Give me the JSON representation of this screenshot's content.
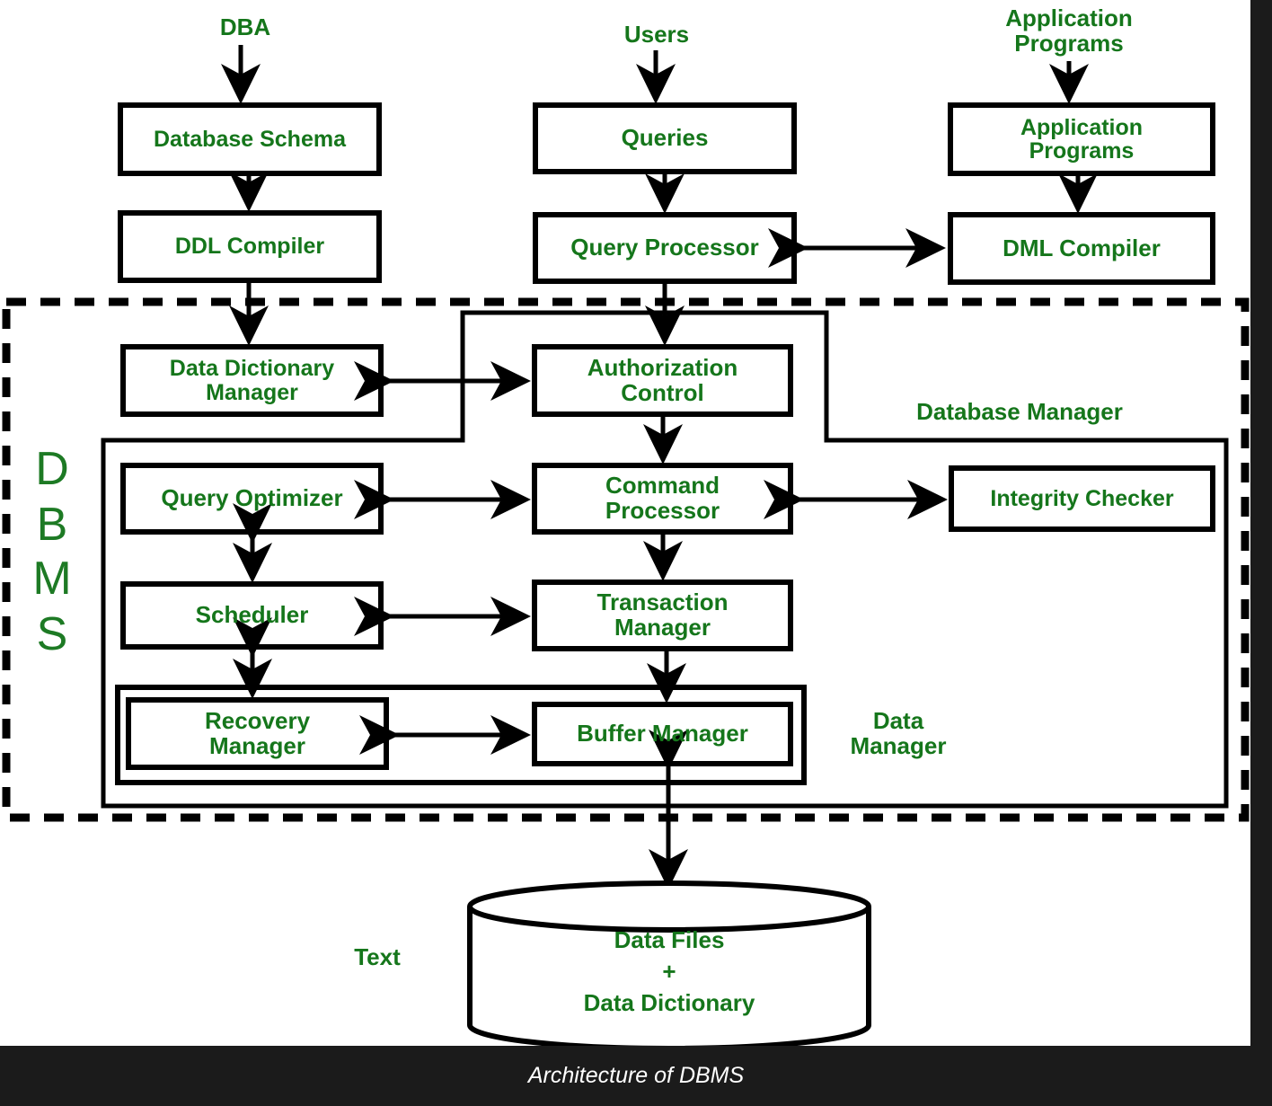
{
  "title": "Architecture of DBMS",
  "caption": "Architecture of DBMS",
  "colors": {
    "label_green": "#15761b",
    "dbms_letters_green": "#1d7a24",
    "stroke": "#000000",
    "background": "#ffffff",
    "caption_bar": "#1b1b1b",
    "caption_text": "#ffffff"
  },
  "external_actors": [
    {
      "id": "dba",
      "label": "DBA"
    },
    {
      "id": "users",
      "label": "Users"
    },
    {
      "id": "application-programs-actor",
      "label": "Application\nPrograms"
    }
  ],
  "top_boxes": [
    {
      "id": "database-schema",
      "label": "Database Schema"
    },
    {
      "id": "queries",
      "label": "Queries"
    },
    {
      "id": "application-programs",
      "label": "Application\nPrograms"
    },
    {
      "id": "ddl-compiler",
      "label": "DDL Compiler"
    },
    {
      "id": "query-processor",
      "label": "Query Processor"
    },
    {
      "id": "dml-compiler",
      "label": "DML Compiler"
    }
  ],
  "dbms_boundary": {
    "label_letters": [
      "D",
      "B",
      "M",
      "S"
    ],
    "style": "dashed"
  },
  "containers": [
    {
      "id": "database-manager",
      "label": "Database Manager"
    },
    {
      "id": "data-manager",
      "label": "Data\nManager"
    }
  ],
  "dbms_boxes": [
    {
      "id": "data-dictionary-manager",
      "label": "Data Dictionary\nManager"
    },
    {
      "id": "authorization-control",
      "label": "Authorization\nControl"
    },
    {
      "id": "query-optimizer",
      "label": "Query Optimizer"
    },
    {
      "id": "command-processor",
      "label": "Command\nProcessor"
    },
    {
      "id": "integrity-checker",
      "label": "Integrity Checker"
    },
    {
      "id": "scheduler",
      "label": "Scheduler"
    },
    {
      "id": "transaction-manager",
      "label": "Transaction\nManager"
    },
    {
      "id": "recovery-manager",
      "label": "Recovery\nManager"
    },
    {
      "id": "buffer-manager",
      "label": "Buffer Manager"
    }
  ],
  "storage": {
    "id": "data-store-cylinder",
    "line1": "Data Files",
    "line2": "+",
    "line3": "Data Dictionary"
  },
  "annotations": [
    {
      "id": "text-annotation",
      "label": "Text"
    }
  ],
  "connections": [
    {
      "from": "DBA",
      "to": "Database Schema",
      "type": "arrow-down"
    },
    {
      "from": "Database Schema",
      "to": "DDL Compiler",
      "type": "arrow-down"
    },
    {
      "from": "DDL Compiler",
      "to": "Data Dictionary Manager",
      "type": "arrow-down"
    },
    {
      "from": "Users",
      "to": "Queries",
      "type": "arrow-down"
    },
    {
      "from": "Queries",
      "to": "Query Processor",
      "type": "arrow-down"
    },
    {
      "from": "Query Processor",
      "to": "Authorization Control",
      "type": "arrow-down"
    },
    {
      "from": "Query Processor",
      "to": "DML Compiler",
      "type": "arrow-double"
    },
    {
      "from": "Application Programs",
      "to": "Application Programs box",
      "type": "arrow-down"
    },
    {
      "from": "Application Programs box",
      "to": "DML Compiler",
      "type": "arrow-down"
    },
    {
      "from": "Data Dictionary Manager",
      "to": "Authorization Control",
      "type": "arrow-double"
    },
    {
      "from": "Authorization Control",
      "to": "Command Processor",
      "type": "arrow-down"
    },
    {
      "from": "Query Optimizer",
      "to": "Command Processor",
      "type": "arrow-double"
    },
    {
      "from": "Command Processor",
      "to": "Integrity Checker",
      "type": "arrow-double"
    },
    {
      "from": "Query Optimizer",
      "to": "Scheduler",
      "type": "arrow-double-vertical"
    },
    {
      "from": "Command Processor",
      "to": "Transaction Manager",
      "type": "arrow-down"
    },
    {
      "from": "Scheduler",
      "to": "Transaction Manager",
      "type": "arrow-double"
    },
    {
      "from": "Scheduler",
      "to": "Recovery Manager",
      "type": "arrow-double-vertical"
    },
    {
      "from": "Transaction Manager",
      "to": "Buffer Manager",
      "type": "arrow-down"
    },
    {
      "from": "Recovery Manager",
      "to": "Buffer Manager",
      "type": "arrow-double"
    },
    {
      "from": "Buffer Manager",
      "to": "Data Files + Data Dictionary",
      "type": "arrow-double-vertical"
    }
  ]
}
